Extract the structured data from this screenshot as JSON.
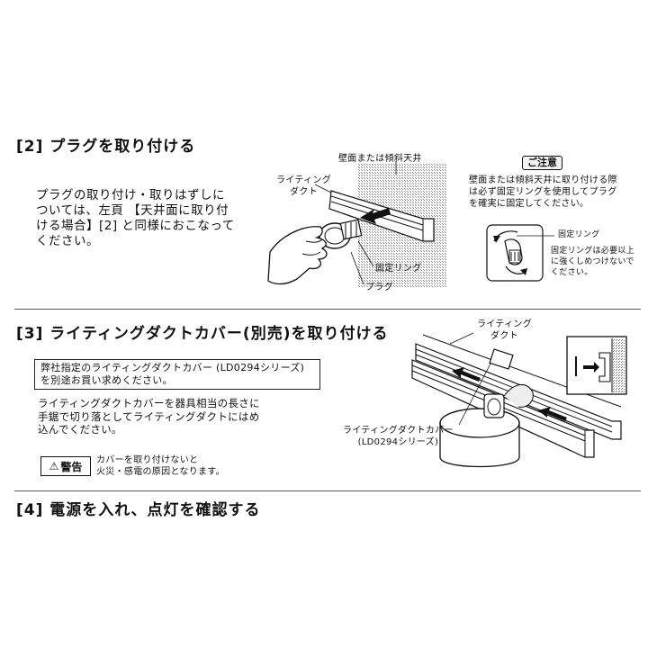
{
  "section2": {
    "heading": "[2] プラグを取り付ける",
    "body_lines": [
      "プラグの取り付け・取りはずしに",
      "ついては、左頁 【天井面に取り付",
      "ける場合】[2] と同様におこなって",
      "ください。"
    ],
    "labels": {
      "wall": "壁面または傾斜天井",
      "duct_line1": "ライティング",
      "duct_line2": "ダクト",
      "fixing_ring": "固定リング",
      "plug": "プラグ"
    },
    "caution": {
      "badge": "ご注意",
      "lines": [
        "壁面または傾斜天井に取り付ける際",
        "は必ず固定リングを使用してプラグ",
        "を確実に固定してください。"
      ],
      "ring_label": "固定リング",
      "ring_note_lines": [
        "固定リングは必要以上",
        "に強くしめつけないで",
        "ください。"
      ]
    }
  },
  "section3": {
    "heading": "[3] ライティングダクトカバー(別売)を取り付ける",
    "note_lines": [
      "弊社指定のライティングダクトカバー (LD0294シリーズ)",
      "を別途お買い求めください。"
    ],
    "body_lines": [
      "ライティングダクトカバーを器具相当の長さに",
      "手鋸で切り落としてライティングダクトにはめ",
      "込んでください。"
    ],
    "labels": {
      "duct_line1": "ライティング",
      "duct_line2": "ダクト",
      "cover_line1": "ライティングダクトカバー",
      "cover_line2": "(LD0294シリーズ)"
    },
    "warning": {
      "badge": "警告",
      "lines": [
        "カバーを取り付けないと",
        "火災・感電の原因となります。"
      ]
    }
  },
  "section4": {
    "heading": "[4] 電源を入れ、点灯を確認する"
  }
}
